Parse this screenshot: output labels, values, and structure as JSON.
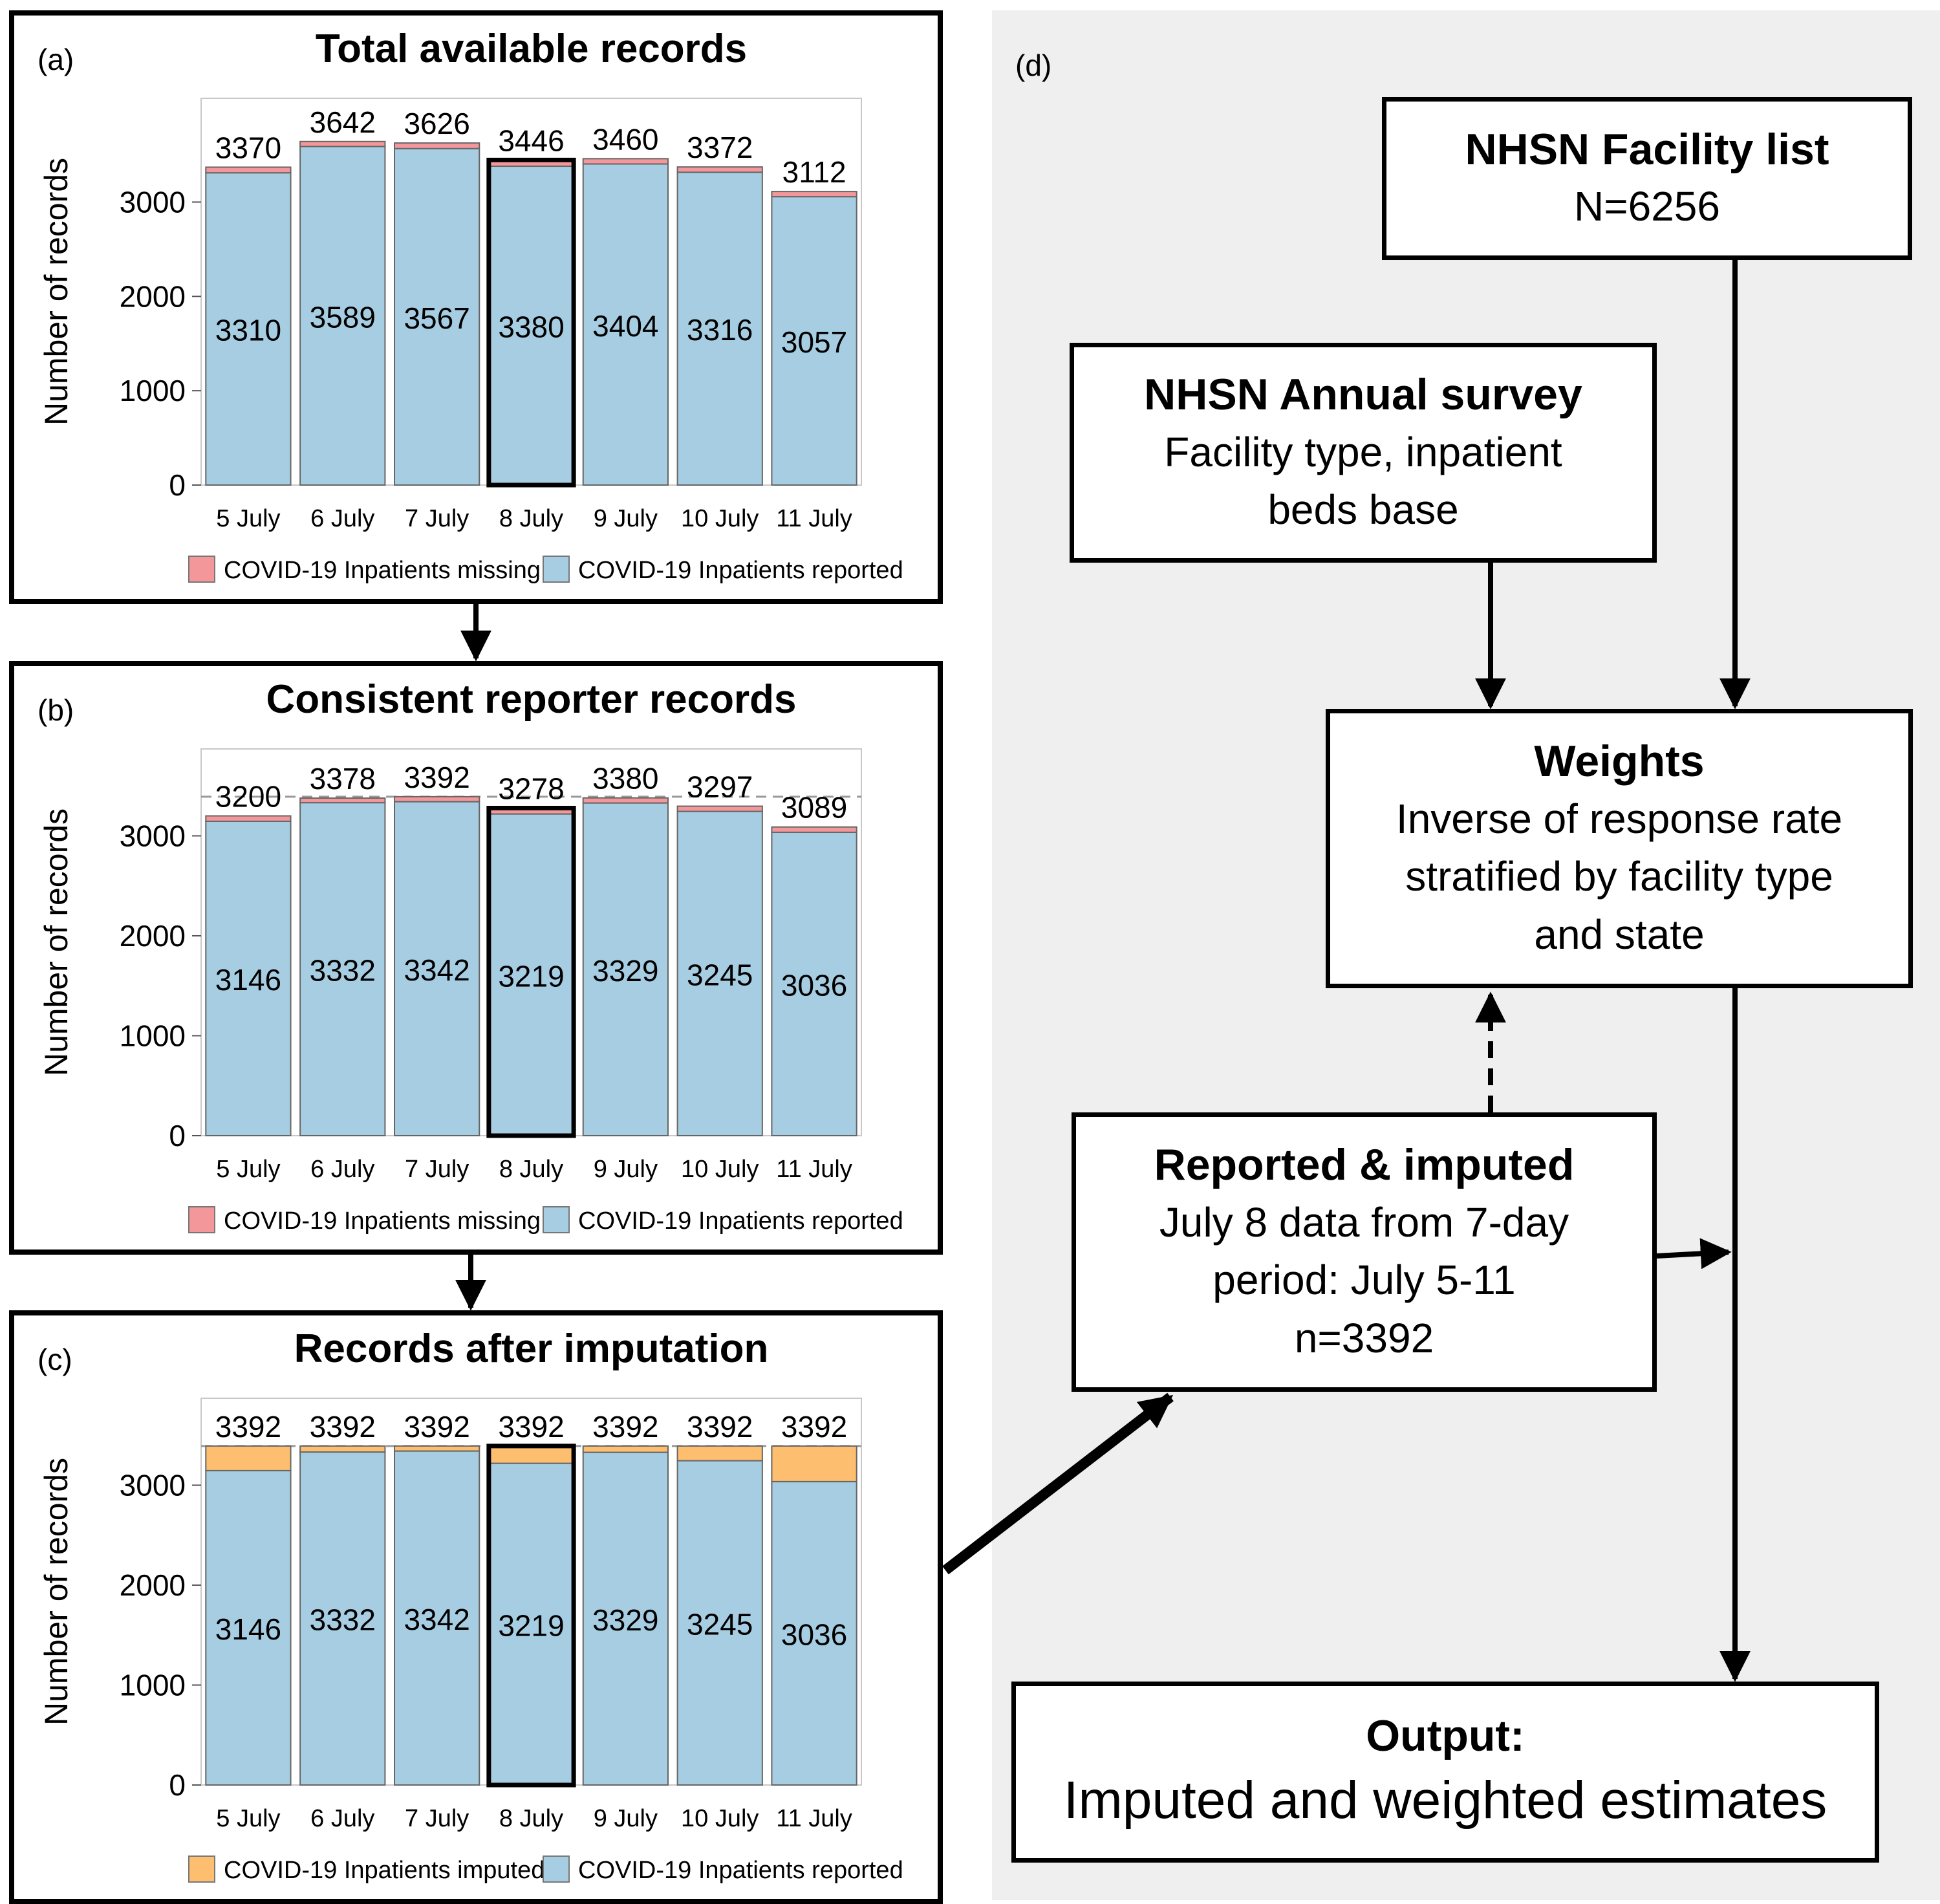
{
  "chart_data": [
    {
      "type": "bar",
      "panel_label": "(a)",
      "title": "Total available records",
      "ylabel": "Number of records",
      "categories": [
        "5 July",
        "6 July",
        "7 July",
        "8 July",
        "9 July",
        "10 July",
        "11 July"
      ],
      "ylim": [
        0,
        4100
      ],
      "yticks": [
        0,
        1000,
        2000,
        3000
      ],
      "stacked": true,
      "highlight_category": "8 July",
      "reference_line": null,
      "totals": [
        3370,
        3642,
        3626,
        3446,
        3460,
        3372,
        3112
      ],
      "series": [
        {
          "name": "COVID-19 Inpatients reported",
          "color": "#a6cde2",
          "values": [
            3310,
            3589,
            3567,
            3380,
            3404,
            3316,
            3057
          ]
        },
        {
          "name": "COVID-19 Inpatients missing",
          "color": "#f4979b",
          "values": [
            60,
            53,
            59,
            66,
            56,
            56,
            55
          ]
        }
      ],
      "legend": [
        {
          "name": "COVID-19 Inpatients missing",
          "color": "#f4979b"
        },
        {
          "name": "COVID-19 Inpatients reported",
          "color": "#a6cde2"
        }
      ]
    },
    {
      "type": "bar",
      "panel_label": "(b)",
      "title": "Consistent reporter records",
      "ylabel": "Number of records",
      "categories": [
        "5 July",
        "6 July",
        "7 July",
        "8 July",
        "9 July",
        "10 July",
        "11 July"
      ],
      "ylim": [
        0,
        3870
      ],
      "yticks": [
        0,
        1000,
        2000,
        3000
      ],
      "stacked": true,
      "highlight_category": "8 July",
      "reference_line": 3392,
      "totals": [
        3200,
        3378,
        3392,
        3278,
        3380,
        3297,
        3089
      ],
      "series": [
        {
          "name": "COVID-19 Inpatients reported",
          "color": "#a6cde2",
          "values": [
            3146,
            3332,
            3342,
            3219,
            3329,
            3245,
            3036
          ]
        },
        {
          "name": "COVID-19 Inpatients missing",
          "color": "#f4979b",
          "values": [
            54,
            46,
            50,
            59,
            51,
            52,
            53
          ]
        }
      ],
      "legend": [
        {
          "name": "COVID-19 Inpatients missing",
          "color": "#f4979b"
        },
        {
          "name": "COVID-19 Inpatients reported",
          "color": "#a6cde2"
        }
      ]
    },
    {
      "type": "bar",
      "panel_label": "(c)",
      "title": "Records after imputation",
      "ylabel": "Number of records",
      "categories": [
        "5 July",
        "6 July",
        "7 July",
        "8 July",
        "9 July",
        "10 July",
        "11 July"
      ],
      "ylim": [
        0,
        3870
      ],
      "yticks": [
        0,
        1000,
        2000,
        3000
      ],
      "stacked": true,
      "highlight_category": "8 July",
      "reference_line": 3392,
      "totals": [
        3392,
        3392,
        3392,
        3392,
        3392,
        3392,
        3392
      ],
      "series": [
        {
          "name": "COVID-19 Inpatients reported",
          "color": "#a6cde2",
          "values": [
            3146,
            3332,
            3342,
            3219,
            3329,
            3245,
            3036
          ]
        },
        {
          "name": "COVID-19 Inpatients imputed",
          "color": "#fdbf6f",
          "values": [
            246,
            60,
            50,
            173,
            63,
            147,
            356
          ]
        }
      ],
      "legend": [
        {
          "name": "COVID-19 Inpatients imputed",
          "color": "#fdbf6f"
        },
        {
          "name": "COVID-19 Inpatients reported",
          "color": "#a6cde2"
        }
      ]
    }
  ],
  "flow": {
    "panel_label": "(d)",
    "facility": {
      "title": "NHSN Facility list",
      "lines": [
        "N=6256"
      ]
    },
    "annual": {
      "title": "NHSN Annual survey",
      "lines": [
        "Facility type, inpatient",
        "beds base"
      ]
    },
    "weights": {
      "title": "Weights",
      "lines": [
        "Inverse of response rate",
        "stratified by facility type",
        "and state"
      ]
    },
    "reported": {
      "title": "Reported & imputed",
      "lines": [
        "July 8 data from 7-day",
        "period: July 5-11",
        "n=3392"
      ]
    },
    "output": {
      "title": "Output:",
      "lines": [
        "Imputed and weighted estimates"
      ]
    }
  }
}
